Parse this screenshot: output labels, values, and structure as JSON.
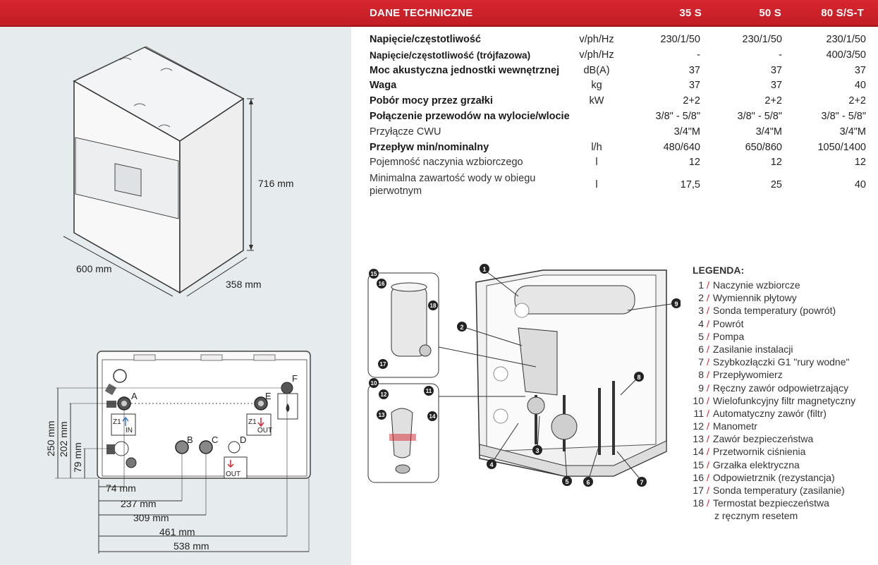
{
  "header": {
    "title": "DANE TECHNICZNE",
    "columns": [
      "35 S",
      "50 S",
      "80 S/S-T"
    ],
    "accent_color": "#d7262f"
  },
  "specs": [
    {
      "name": "Napięcie/częstotliwość",
      "unit": "v/ph/Hz",
      "v1": "230/1/50",
      "v2": "230/1/50",
      "v3": "230/1/50",
      "style": "bold"
    },
    {
      "name": "Napięcie/częstotliwość (trójfazowa)",
      "unit": "v/ph/Hz",
      "v1": "-",
      "v2": "-",
      "v3": "400/3/50",
      "style": "bold"
    },
    {
      "name": "Moc akustyczna jednostki wewnętrznej",
      "unit": "dB(A)",
      "v1": "37",
      "v2": "37",
      "v3": "37",
      "style": "bold"
    },
    {
      "name": "Waga",
      "unit": "kg",
      "v1": "37",
      "v2": "37",
      "v3": "40",
      "style": "bold"
    },
    {
      "name": "Pobór mocy przez grzałki",
      "unit": "kW",
      "v1": "2+2",
      "v2": "2+2",
      "v3": "2+2",
      "style": "bold"
    },
    {
      "name": "Połączenie przewodów na wylocie/wlocie",
      "unit": "",
      "v1": "3/8\" - 5/8\"",
      "v2": "3/8\" - 5/8\"",
      "v3": "3/8\" - 5/8\"",
      "style": "bold"
    },
    {
      "name": "Przyłącze CWU",
      "unit": "",
      "v1": "3/4\"M",
      "v2": "3/4\"M",
      "v3": "3/4\"M",
      "style": "light"
    },
    {
      "name": "Przepływ min/nominalny",
      "unit": "l/h",
      "v1": "480/640",
      "v2": "650/860",
      "v3": "1050/1400",
      "style": "bold"
    },
    {
      "name": "Pojemność naczynia wzbiorczego",
      "unit": "l",
      "v1": "12",
      "v2": "12",
      "v3": "12",
      "style": "light"
    },
    {
      "name": "Minimalna zawartość wody w obiegu pierwotnym",
      "unit": "l",
      "v1": "17,5",
      "v2": "25",
      "v3": "40",
      "style": "light"
    }
  ],
  "dimensions": {
    "height": "716 mm",
    "width": "600 mm",
    "depth": "358 mm",
    "side_250": "250 mm",
    "side_202": "202 mm",
    "side_79": "79 mm",
    "bottom_74": "74 mm",
    "bottom_237": "237 mm",
    "bottom_309": "309 mm",
    "bottom_461": "461 mm",
    "bottom_538": "538 mm"
  },
  "connections": {
    "a": "A",
    "b": "B",
    "c": "C",
    "d": "D",
    "e": "E",
    "f": "F",
    "z1": "Z1",
    "in": "IN",
    "out": "OUT"
  },
  "legend": {
    "title": "LEGENDA:",
    "items": [
      {
        "num": "1",
        "text": "Naczynie wzbiorcze"
      },
      {
        "num": "2",
        "text": "Wymiennik płytowy"
      },
      {
        "num": "3",
        "text": "Sonda temperatury (powrót)"
      },
      {
        "num": "4",
        "text": "Powrót"
      },
      {
        "num": "5",
        "text": "Pompa"
      },
      {
        "num": "6",
        "text": "Zasilanie instalacji"
      },
      {
        "num": "7",
        "text": "Szybkozłączki G1 \"rury wodne\""
      },
      {
        "num": "8",
        "text": "Przepływomierz"
      },
      {
        "num": "9",
        "text": "Ręczny zawór odpowietrzający"
      },
      {
        "num": "10",
        "text": "Wielofunkcyjny filtr magnetyczny"
      },
      {
        "num": "11",
        "text": "Automatyczny zawór (filtr)"
      },
      {
        "num": "12",
        "text": "Manometr"
      },
      {
        "num": "13",
        "text": "Zawór bezpieczeństwa"
      },
      {
        "num": "14",
        "text": "Przetwornik ciśnienia"
      },
      {
        "num": "15",
        "text": "Grzałka elektryczna"
      },
      {
        "num": "16",
        "text": "Odpowietrznik (rezystancja)"
      },
      {
        "num": "17",
        "text": "Sonda temperatury (zasilanie)"
      },
      {
        "num": "18",
        "text": "Termostat bezpieczeństwa"
      }
    ],
    "continuation": "z ręcznym resetem"
  },
  "callouts": [
    "1",
    "2",
    "3",
    "4",
    "5",
    "6",
    "7",
    "8",
    "9",
    "10",
    "11",
    "12",
    "13",
    "14",
    "15",
    "16",
    "17",
    "18"
  ]
}
